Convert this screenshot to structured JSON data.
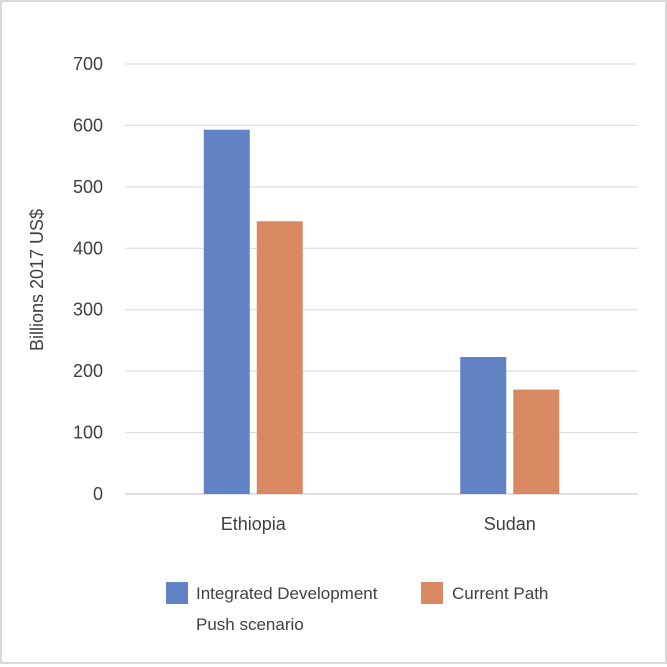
{
  "chart_data": {
    "type": "bar",
    "categories": [
      "Ethiopia",
      "Sudan"
    ],
    "series": [
      {
        "name": "Integrated Development Push scenario",
        "values": [
          593,
          223
        ],
        "color": "#6283c3"
      },
      {
        "name": "Current Path",
        "values": [
          444,
          170
        ],
        "color": "#d88962"
      }
    ],
    "ylabel": "Billions 2017 US$",
    "ylim": [
      0,
      700
    ],
    "yticks": [
      0,
      100,
      200,
      300,
      400,
      500,
      600,
      700
    ],
    "grid": true,
    "legend_position": "bottom"
  }
}
